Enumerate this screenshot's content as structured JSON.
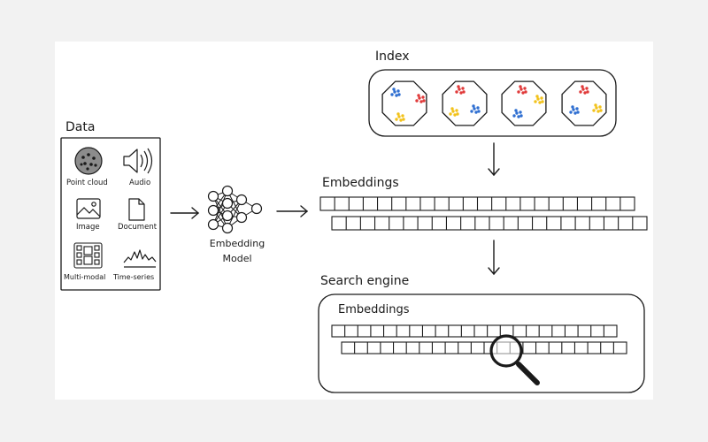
{
  "labels": {
    "data": "Data",
    "index": "Index",
    "embeddings_top": "Embeddings",
    "search_engine": "Search engine",
    "embeddings_inner": "Embeddings",
    "model_line1": "Embedding",
    "model_line2": "Model"
  },
  "data_types": {
    "point_cloud": "Point cloud",
    "audio": "Audio",
    "image": "Image",
    "document": "Document",
    "multi_modal": "Multi-modal",
    "time_series": "Time-series"
  },
  "colors": {
    "red": "#e03a3a",
    "blue": "#2f6fd1",
    "yellow": "#f2c21b",
    "ink": "#1a1a1a"
  },
  "icons": [
    "point-cloud-icon",
    "audio-icon",
    "image-icon",
    "document-icon",
    "multi-modal-icon",
    "time-series-icon",
    "neural-network-icon",
    "magnifier-icon"
  ]
}
